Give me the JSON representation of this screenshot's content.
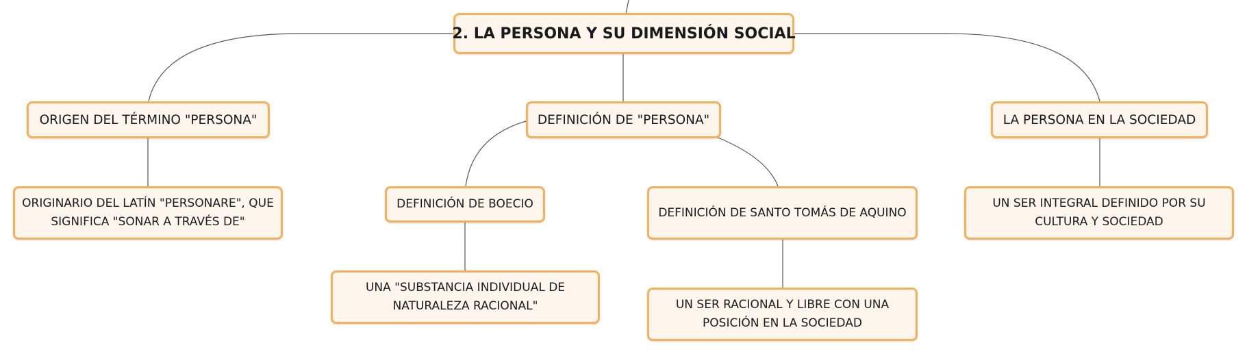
{
  "root": {
    "label": "2. LA PERSONA Y SU DIMENSIÓN SOCIAL"
  },
  "branches": [
    {
      "label": "ORIGEN DEL TÉRMINO \"PERSONA\"",
      "children": [
        {
          "lines": [
            "ORIGINARIO DEL LATÍN \"PERSONARE\", QUE",
            "SIGNIFICA \"SONAR A TRAVÉS DE\""
          ]
        }
      ]
    },
    {
      "label": "DEFINICIÓN DE \"PERSONA\"",
      "children": [
        {
          "label": "DEFINICIÓN DE BOECIO",
          "children": [
            {
              "lines": [
                "UNA \"SUBSTANCIA INDIVIDUAL DE",
                "NATURALEZA RACIONAL\""
              ]
            }
          ]
        },
        {
          "label": "DEFINICIÓN DE SANTO TOMÁS DE AQUINO",
          "children": [
            {
              "lines": [
                "UN SER RACIONAL Y LIBRE CON UNA",
                "POSICIÓN EN LA SOCIEDAD"
              ]
            }
          ]
        }
      ]
    },
    {
      "label": "LA PERSONA EN LA SOCIEDAD",
      "children": [
        {
          "lines": [
            "UN SER INTEGRAL DEFINIDO POR SU",
            "CULTURA Y SOCIEDAD"
          ]
        }
      ]
    }
  ],
  "colors": {
    "node_fill": "#fef5ec",
    "node_border": "#f4b05a",
    "connector": "#555555"
  }
}
